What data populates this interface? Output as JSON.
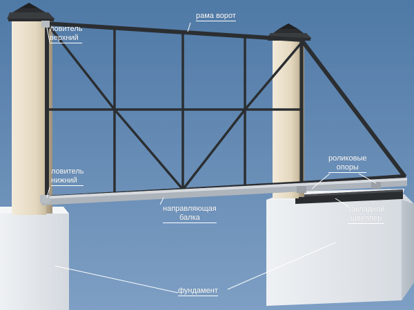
{
  "labels": {
    "frame": "рама ворот",
    "catcher_top": [
      "ловитель",
      "верхний"
    ],
    "catcher_bottom": [
      "ловитель",
      "нижний"
    ],
    "guide_beam": [
      "направляющая",
      "балка"
    ],
    "roller_supports": [
      "роликовые",
      "опоры"
    ],
    "embedded_channel": [
      "закладной",
      "швеллер"
    ],
    "foundation": "фундамент"
  },
  "colors": {
    "sky": "#5f87b2",
    "frame": "#2b2e31",
    "pillar": "#e7dcc7",
    "foundation": "#dfe3e8",
    "label_line": "#ffffff"
  }
}
